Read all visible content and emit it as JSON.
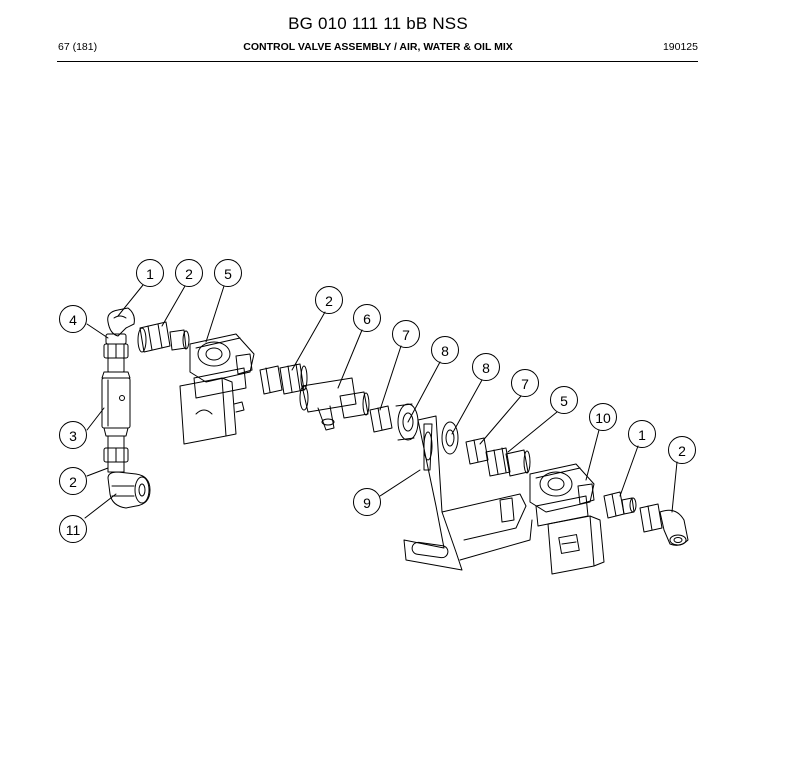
{
  "header": {
    "title": "BG 010 111 11 bB NSS",
    "page": "67 (181)",
    "subtitle": "CONTROL VALVE ASSEMBLY / AIR, WATER & OIL MIX",
    "code": "190125"
  },
  "callouts": [
    "1",
    "2",
    "5",
    "4",
    "2",
    "6",
    "7",
    "8",
    "8",
    "7",
    "3",
    "2",
    "5",
    "10",
    "1",
    "2",
    "9",
    "11"
  ]
}
